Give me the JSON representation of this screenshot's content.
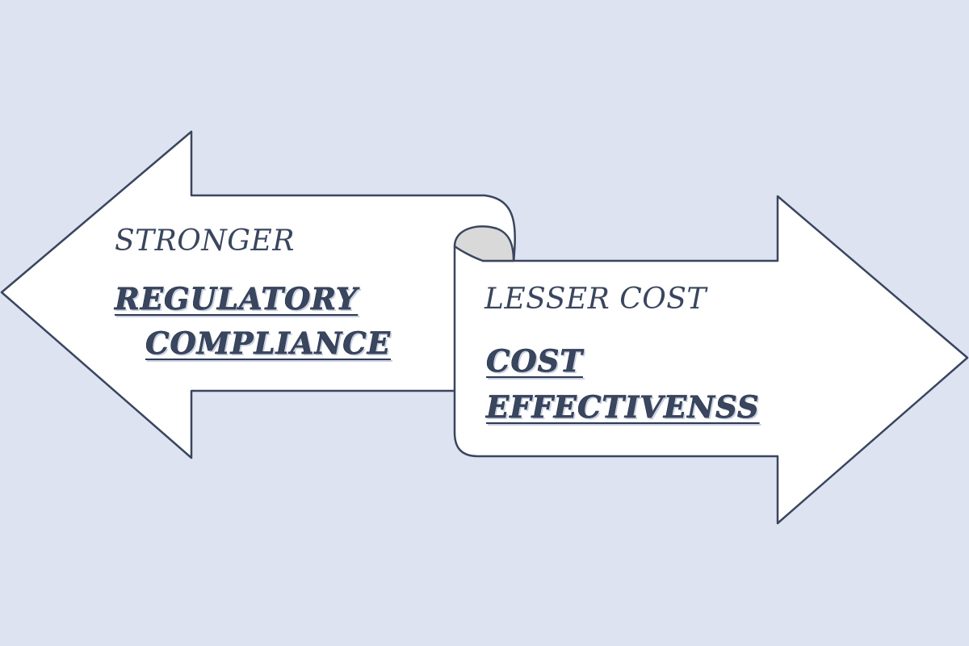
{
  "left_arrow": {
    "caption": "STRONGER",
    "title_line1": "REGULATORY",
    "title_line2": "COMPLIANCE"
  },
  "right_arrow": {
    "caption": "LESSER COST",
    "title_line1": "COST",
    "title_line2": "EFFECTIVENSS"
  },
  "colors": {
    "background": "#dde3f1",
    "arrow_fill": "#ffffff",
    "arrow_outline": "#3a465e",
    "curl_shade": "#d9d9d9",
    "text": "#3a465e"
  }
}
